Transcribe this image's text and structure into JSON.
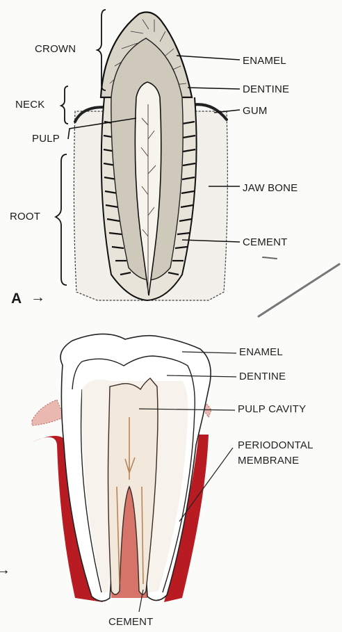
{
  "diagram_a": {
    "panel_label": "A",
    "arrow_glyph": "→",
    "labels": {
      "crown": "CROWN",
      "neck": "NECK",
      "pulp": "PULP",
      "root": "ROOT",
      "enamel": "ENAMEL",
      "dentine": "DENTINE",
      "gum": "GUM",
      "jaw_bone": "JAW BONE",
      "cement": "CEMENT"
    }
  },
  "diagram_b": {
    "arrow_glyph": "→",
    "labels": {
      "enamel": "ENAMEL",
      "dentine": "DENTINE",
      "pulp_cavity": "PULP CAVITY",
      "periodontal_line1": "PERIODONTAL",
      "periodontal_line2": "MEMBRANE",
      "cement": "CEMENT"
    }
  },
  "colors": {
    "ink": "#1a1a1a",
    "membrane": "#b81c22",
    "gum_tint": "#d45a5a",
    "pulp_tint": "#b07a4a"
  }
}
